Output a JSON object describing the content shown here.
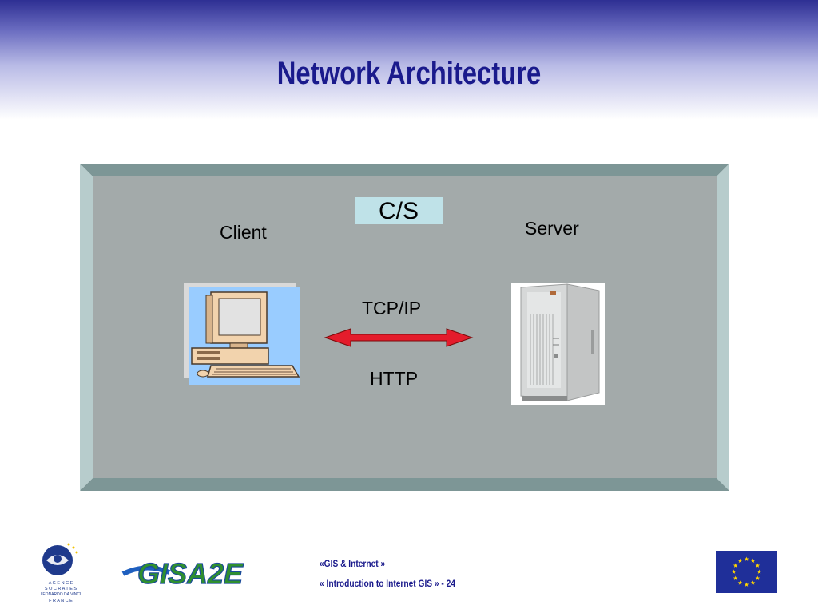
{
  "slide": {
    "title": "Network Architecture"
  },
  "diagram": {
    "client_label": "Client",
    "server_label": "Server",
    "cs_label": "C/S",
    "protocol_top": "TCP/IP",
    "protocol_bottom": "HTTP",
    "connection": "bidirectional"
  },
  "footer": {
    "line1": "«GIS  & Internet »",
    "line2": "« Introduction to Internet GIS » - 24"
  },
  "logos": {
    "agence_letters": [
      "A G E N C E",
      "S O C R A T E S",
      "LEONARDO DA VINCI",
      "F R A N C E"
    ],
    "gisa_text": "GISA2E"
  },
  "colors": {
    "title": "#1a1a8c",
    "panel_face": "#a3aaaa",
    "arrow": "#e41c2c",
    "cs_box": "#bfe2e8",
    "eu_blue": "#1f2f99",
    "eu_star": "#ffd400"
  }
}
